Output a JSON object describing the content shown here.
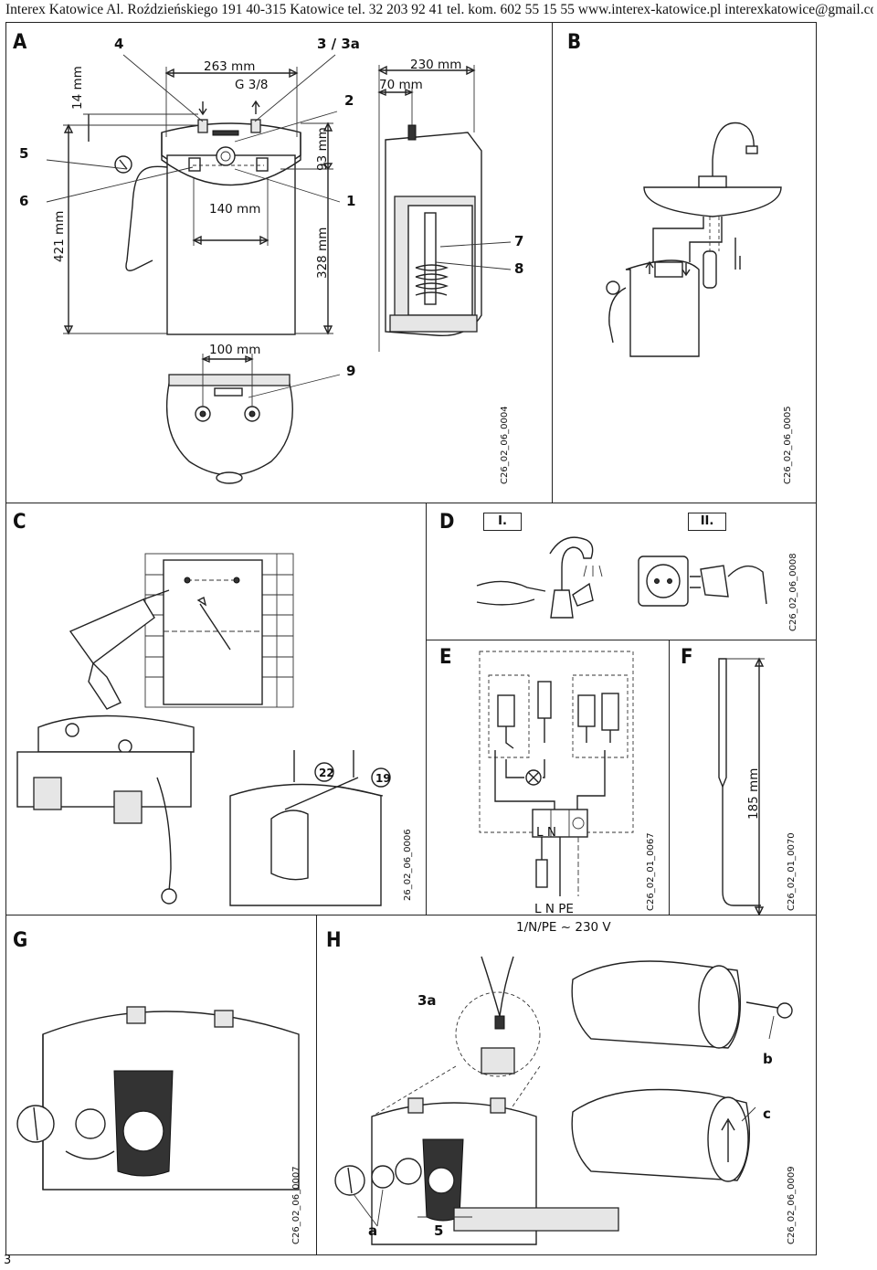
{
  "header": {
    "text": "Interex Katowice Al. Roździeńskiego 191 40-315 Katowice tel. 32 203 92 41 tel. kom. 602 55 15 55 www.interex-katowice.pl interexkatowice@gmail.com"
  },
  "panels": {
    "a": {
      "label": "A",
      "dims": {
        "d263": "263 mm",
        "g38": "G 3/8",
        "d230": "230 mm",
        "d70": "70 mm",
        "d14": "14 mm",
        "d93": "93 mm",
        "d140": "140 mm",
        "d421": "421 mm",
        "d328": "328 mm",
        "d100": "100 mm"
      },
      "numbers": {
        "n4": "4",
        "n3": "3 / 3a",
        "n2": "2",
        "n5": "5",
        "n6": "6",
        "n1": "1",
        "n7": "7",
        "n8": "8",
        "n9": "9"
      },
      "code": "C26_02_06_0004"
    },
    "b": {
      "label": "B",
      "code": "C26_02_06_0005"
    },
    "c": {
      "label": "C"
    },
    "d": {
      "label": "D",
      "step1": "I.",
      "step2": "II.",
      "code": "C26_02_06_0008"
    },
    "cbottom": {
      "n22": "22",
      "n19": "19",
      "code": "26_02_06_0006"
    },
    "e": {
      "label": "E",
      "terminals": "L N",
      "supply_lines": "L  N  PE",
      "supply": "1/N/PE ~ 230 V",
      "code": "C26_02_01_0067"
    },
    "f": {
      "label": "F",
      "dim": "185 mm",
      "code": "C26_02_01_0070"
    },
    "g": {
      "label": "G",
      "code": "C26_02_06_0007"
    },
    "h": {
      "label": "H",
      "n3a": "3a",
      "nb": "b",
      "nc": "c",
      "na": "a",
      "n5": "5",
      "code": "C26_02_06_0009"
    }
  },
  "page_number": "3"
}
